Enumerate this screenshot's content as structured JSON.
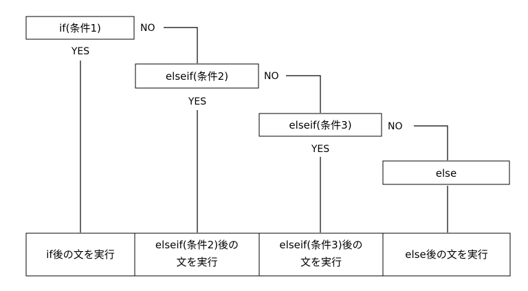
{
  "conditions": [
    {
      "label": "if(条件1)",
      "no_label": "NO",
      "yes_label": "YES"
    },
    {
      "label": "elseif(条件2)",
      "no_label": "NO",
      "yes_label": "YES"
    },
    {
      "label": "elseif(条件3)",
      "no_label": "NO",
      "yes_label": "YES"
    },
    {
      "label": "else"
    }
  ],
  "results": [
    {
      "lines": [
        "if後の文を実行"
      ]
    },
    {
      "lines": [
        "elseif(条件2)後の",
        "文を実行"
      ]
    },
    {
      "lines": [
        "elseif(条件3)後の",
        "文を実行"
      ]
    },
    {
      "lines": [
        "else後の文を実行"
      ]
    }
  ]
}
